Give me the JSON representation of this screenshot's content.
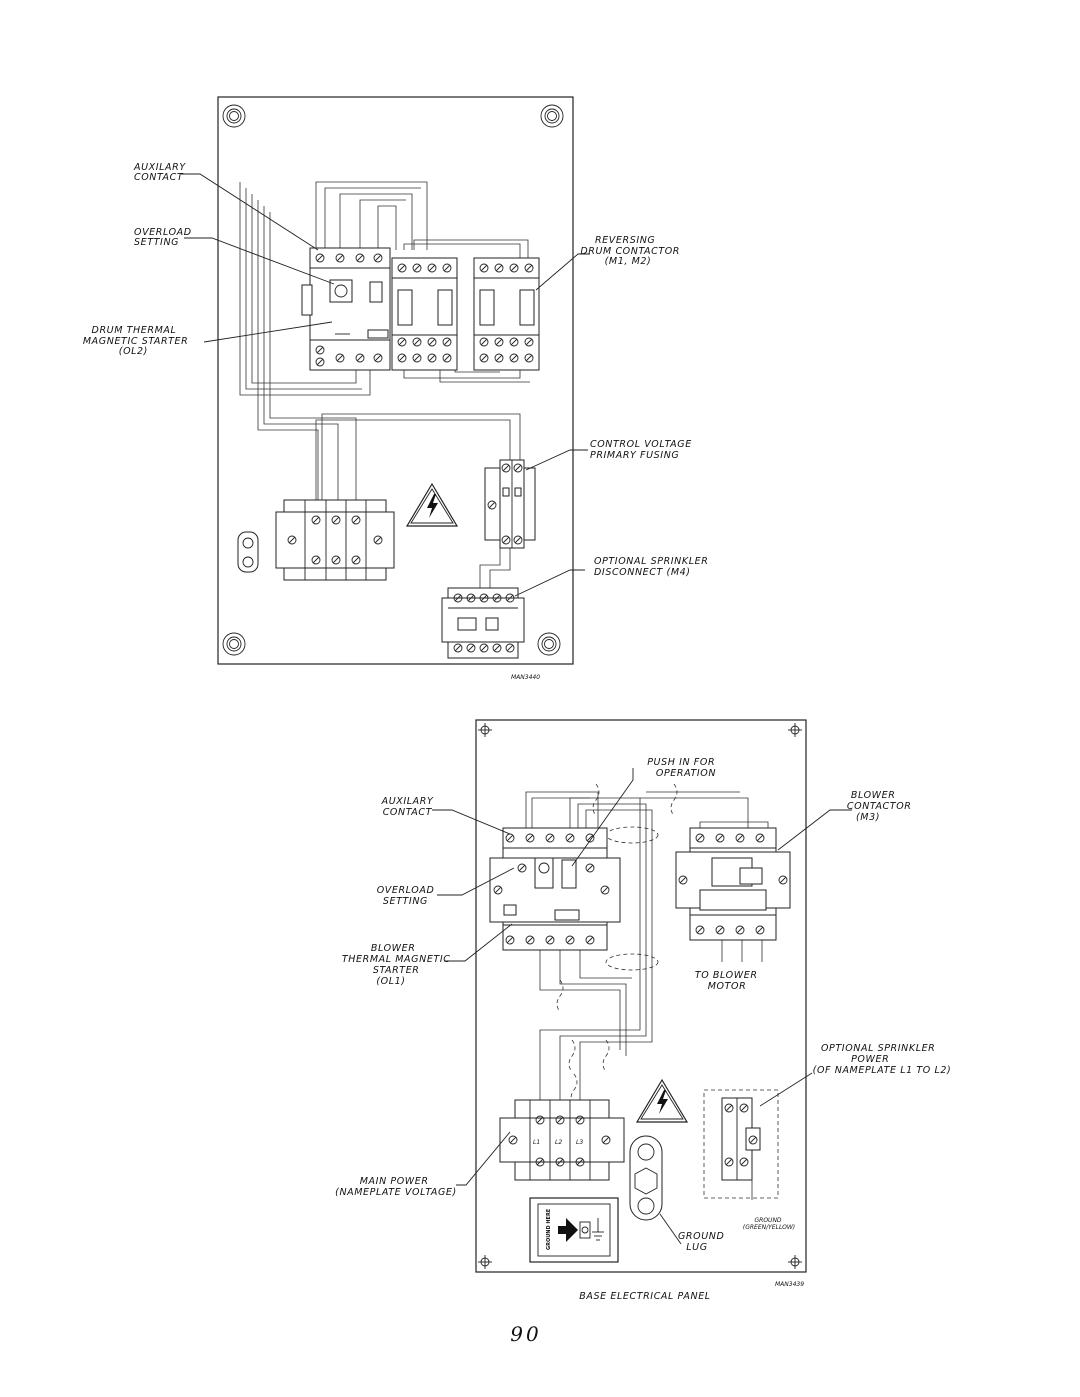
{
  "top_panel": {
    "labels": {
      "auxilary_contact": [
        "AUXILARY",
        "CONTACT"
      ],
      "overload_setting": [
        "OVERLOAD",
        "SETTING"
      ],
      "drum_starter": [
        "DRUM THERMAL",
        "MAGNETIC STARTER",
        "(OL2)"
      ],
      "reversing_contactor": [
        "REVERSING",
        "DRUM CONTACTOR",
        "(M1, M2)"
      ],
      "control_fusing": [
        "CONTROL VOLTAGE",
        "PRIMARY FUSING"
      ],
      "sprinkler_disconnect": [
        "OPTIONAL SPRINKLER",
        "DISCONNECT (M4)"
      ]
    },
    "drawing_id": "MAN3440"
  },
  "bottom_panel": {
    "labels": {
      "push_in": [
        "PUSH IN FOR",
        "OPERATION"
      ],
      "auxilary_contact": [
        "AUXILARY",
        "CONTACT"
      ],
      "blower_contactor": [
        "BLOWER",
        "CONTACTOR",
        "(M3)"
      ],
      "overload_setting": [
        "OVERLOAD",
        "SETTING"
      ],
      "blower_starter": [
        "BLOWER",
        "THERMAL MAGNETIC",
        "STARTER",
        "(OL1)"
      ],
      "to_blower_motor": [
        "TO BLOWER",
        "MOTOR"
      ],
      "sprinkler_power": [
        "OPTIONAL SPRINKLER",
        "POWER",
        "(OF NAMEPLATE L1 TO L2)"
      ],
      "main_power": [
        "MAIN POWER",
        "(NAMEPLATE VOLTAGE)"
      ],
      "ground_lug": [
        "GROUND",
        "LUG"
      ],
      "ground_wire": [
        "GROUND",
        "(GREEN/YELLOW)"
      ]
    },
    "terminals": [
      "L1",
      "L2",
      "L3"
    ],
    "ground_sign": "GROUND HERE",
    "drawing_id": "MAN3439",
    "caption": "BASE ELECTRICAL PANEL"
  },
  "page_number": "90"
}
